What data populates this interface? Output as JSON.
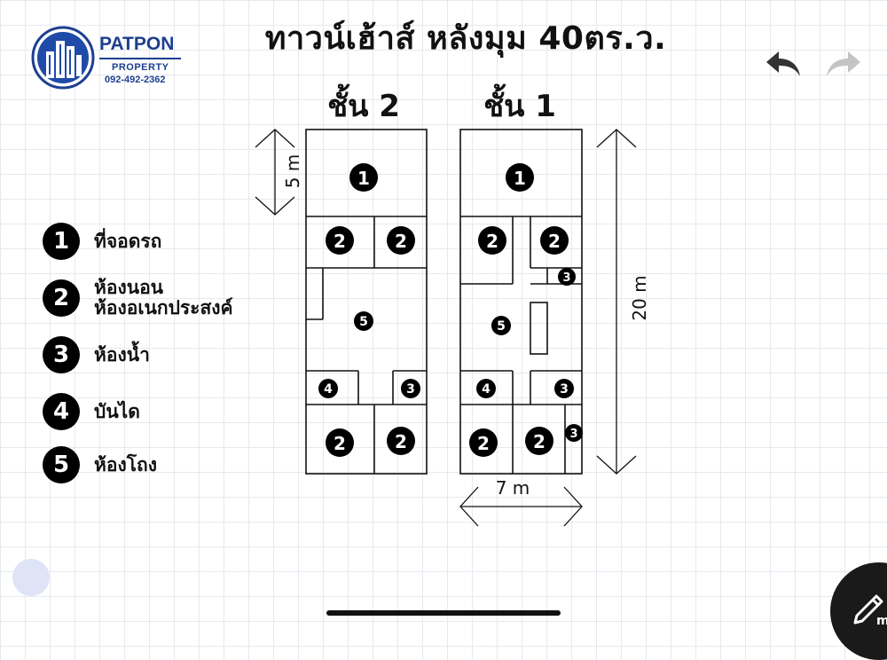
{
  "title": "ทาวน์เฮ้าส์ หลังมุม 40ตร.ว.",
  "logo": {
    "name": "PATPON",
    "subtitle": "PROPERTY",
    "phone": "092-492-2362"
  },
  "floors": {
    "second": "ชั้น 2",
    "first": "ชั้น 1"
  },
  "legend": [
    {
      "num": "1",
      "label": "ที่จอดรถ"
    },
    {
      "num": "2",
      "label": "ห้องนอน\nห้องอเนกประสงค์",
      "line1": "ห้องนอน",
      "line2": "ห้องอเนกประสงค์"
    },
    {
      "num": "3",
      "label": "ห้องน้ำ"
    },
    {
      "num": "4",
      "label": "บันได"
    },
    {
      "num": "5",
      "label": "ห้องโถง"
    }
  ],
  "dimensions": {
    "depth_small": "5 m",
    "depth_total": "20 m",
    "width": "7 m"
  },
  "toolbar": {
    "undo_icon": "undo-arrow-icon",
    "redo_icon": "redo-arrow-icon",
    "edit_icon": "pencil-ruler-icon"
  },
  "room_markers": {
    "f2": [
      "1",
      "2",
      "2",
      "5",
      "4",
      "3",
      "2",
      "2"
    ],
    "f1": [
      "1",
      "2",
      "2",
      "3",
      "5",
      "4",
      "3",
      "2",
      "2",
      "3"
    ]
  }
}
